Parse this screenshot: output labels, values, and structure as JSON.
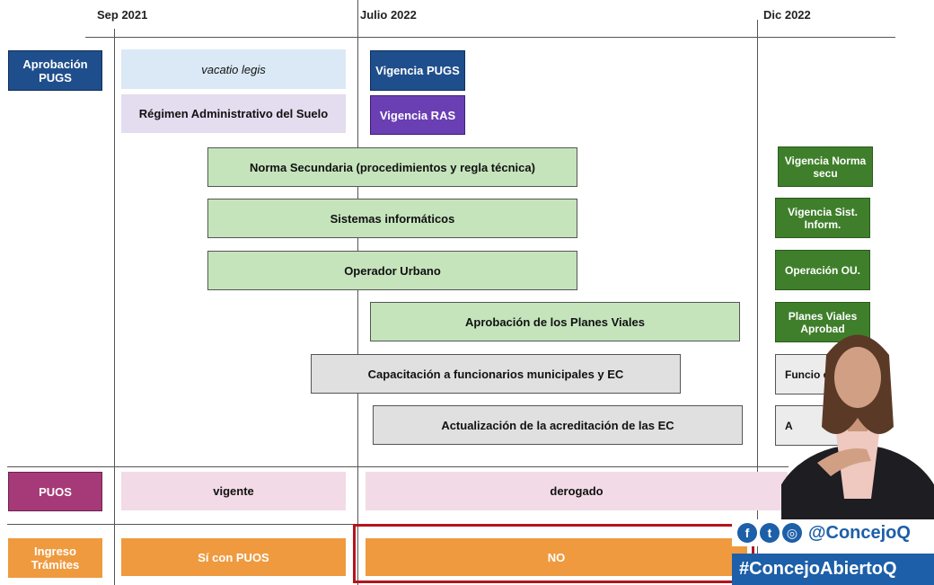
{
  "timeline": {
    "date1": "Sep 2021",
    "date2": "Julio 2022",
    "date3": "Dic 2022"
  },
  "rows": {
    "aprobacion_pugs": "Aprobación PUGS",
    "vacatio_legis": "vacatio legis",
    "vigencia_pugs": "Vigencia PUGS",
    "regimen": "Régimen Administrativo del Suelo",
    "vigencia_ras": "Vigencia RAS",
    "norma_secundaria": "Norma Secundaria (procedimientos y regla técnica)",
    "vigencia_norma": "Vigencia Norma secu",
    "sistemas": "Sistemas informáticos",
    "vigencia_sist": "Vigencia Sist. Inform.",
    "operador": "Operador Urbano",
    "operacion_ou": "Operación OU.",
    "planes_viales": "Aprobación de los Planes Viales",
    "planes_viales_aprob": "Planes Viales Aprobad",
    "capacitacion": "Capacitación a funcionarios municipales y EC",
    "funcionarios_cap": "Funcio capaci",
    "actualizacion": "Actualización de la acreditación de las EC",
    "actualizacion_end": "A"
  },
  "puos": {
    "label": "PUOS",
    "vigente": "vigente",
    "derogado": "derogado"
  },
  "ingreso": {
    "label": "Ingreso Trámites",
    "si": "Sí con PUOS",
    "no": "NO"
  },
  "overlay": {
    "handle": "@ConcejoQ",
    "hashtag": "#ConcejoAbiertoQ",
    "icons": [
      "facebook-icon",
      "twitter-icon",
      "instagram-icon"
    ]
  },
  "colors": {
    "green": "#c5e4bc",
    "dark_green": "#3f7f2b",
    "navy": "#1f4e8c",
    "purple": "#6a3fb3",
    "magenta": "#a63a78",
    "orange": "#ef9a3f",
    "red_frame": "#b5141d"
  }
}
